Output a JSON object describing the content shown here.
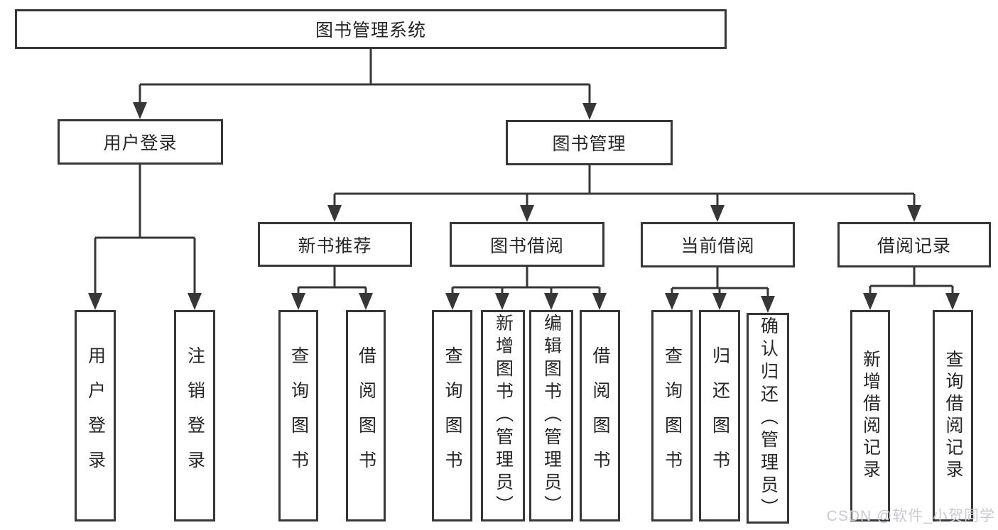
{
  "tree": {
    "root": "图书管理系统",
    "children": [
      {
        "label": "用户登录",
        "children": [
          {
            "label": "用户登录"
          },
          {
            "label": "注销登录"
          }
        ]
      },
      {
        "label": "图书管理",
        "children": [
          {
            "label": "新书推荐",
            "children": [
              {
                "label": "查询图书"
              },
              {
                "label": "借阅图书"
              }
            ]
          },
          {
            "label": "图书借阅",
            "children": [
              {
                "label": "查询图书"
              },
              {
                "label": "新增图书（管理员）"
              },
              {
                "label": "编辑图书（管理员）"
              },
              {
                "label": "借阅图书"
              }
            ]
          },
          {
            "label": "当前借阅",
            "children": [
              {
                "label": "查询图书"
              },
              {
                "label": "归还图书"
              },
              {
                "label": "确认归还（管理员）"
              }
            ]
          },
          {
            "label": "借阅记录",
            "children": [
              {
                "label": "新增借阅记录"
              },
              {
                "label": "查询借阅记录"
              }
            ]
          }
        ]
      }
    ]
  },
  "watermark": {
    "text": "CSDN @软件_小贺同学"
  },
  "colors": {
    "line": "#373737",
    "text": "#262626",
    "background": "#ffffff",
    "watermark": "#c9c9d4"
  }
}
